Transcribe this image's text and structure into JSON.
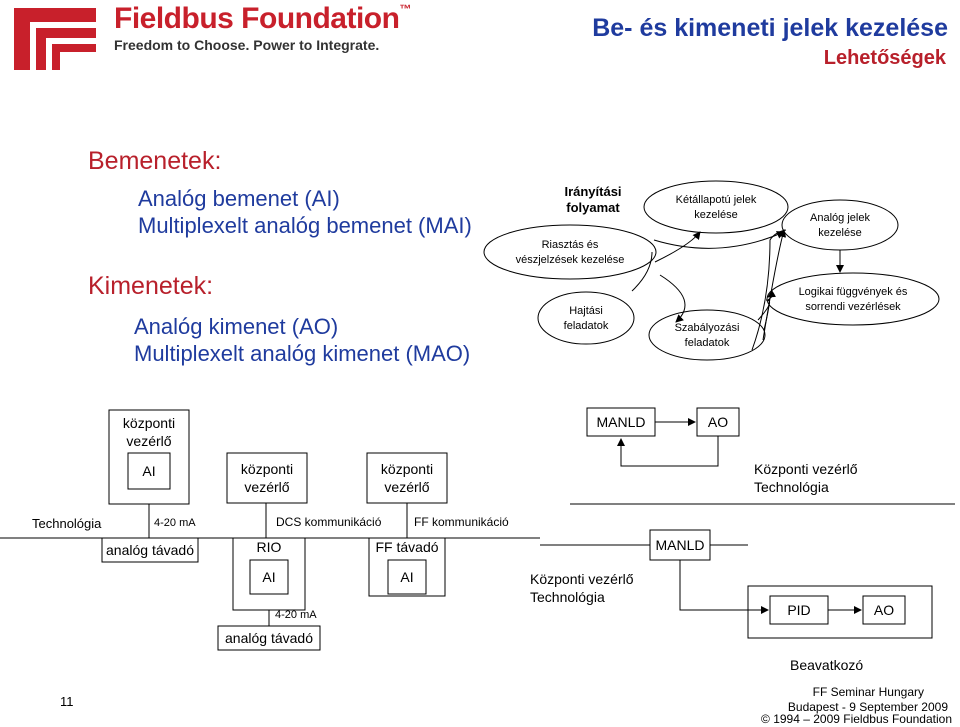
{
  "header": {
    "brand_name": "Fieldbus Foundation",
    "brand_tm": "™",
    "brand_tagline": "Freedom to Choose. Power to Integrate.",
    "title": "Be- és kimeneti jelek kezelése",
    "subtitle": "Lehetőségek"
  },
  "inputs": {
    "heading": "Bemenetek:",
    "items": [
      "Analóg bemenet (AI)",
      "Multiplexelt analóg bemenet (MAI)"
    ]
  },
  "outputs": {
    "heading": "Kimenetek:",
    "items": [
      "Analóg kimenet (AO)",
      "Multiplexelt analóg kimenet (MAO)"
    ]
  },
  "flow": {
    "control_flow": [
      "Irányítási",
      "folyamat"
    ],
    "alarm": [
      "Riasztás és",
      "vészjelzések kezelése"
    ],
    "drive": [
      "Hajtási",
      "feladatok"
    ],
    "discrete": [
      "Kétállapotú jelek",
      "kezelése"
    ],
    "regulation": [
      "Szabályozási",
      "feladatok"
    ],
    "analog": [
      "Analóg jelek",
      "kezelése"
    ],
    "logic": [
      "Logikai függvények és",
      "sorrendi vezérlések"
    ]
  },
  "architecture": {
    "central_controller_top": [
      "központi",
      "vezérlő"
    ],
    "ai": "AI",
    "central_controller_dcs": [
      "központi",
      "vezérlő"
    ],
    "central_controller_ff": [
      "központi",
      "vezérlő"
    ],
    "manld_top": "MANLD",
    "ao_top": "AO",
    "kv_tech_top": [
      "Központi vezérlő",
      "Technológia"
    ],
    "technologia": "Technológia",
    "ma_4_20": "4-20 mA",
    "dcs_comm": "DCS kommunikáció",
    "ff_comm": "FF kommunikáció",
    "analog_transmitter": "analóg távadó",
    "rio": "RIO",
    "rio_ai": "AI",
    "ff_transmitter": "FF távadó",
    "ff_ai": "AI",
    "ma_4_20_bottom": "4-20 mA",
    "analog_transmitter_bottom": "analóg távadó",
    "manld_bottom": "MANLD",
    "kv_tech_bottom": [
      "Központi vezérlő",
      "Technológia"
    ],
    "pid": "PID",
    "ao_bottom": "AO",
    "actuator": "Beavatkozó"
  },
  "footer": {
    "page_number": "11",
    "seminar": "FF Seminar Hungary",
    "date": "Budapest - 9 September 2009",
    "copyright": "© 1994 – 2009 Fieldbus Foundation"
  },
  "colors": {
    "brand_red": "#c8202b",
    "title_blue": "#1f3b9e"
  }
}
